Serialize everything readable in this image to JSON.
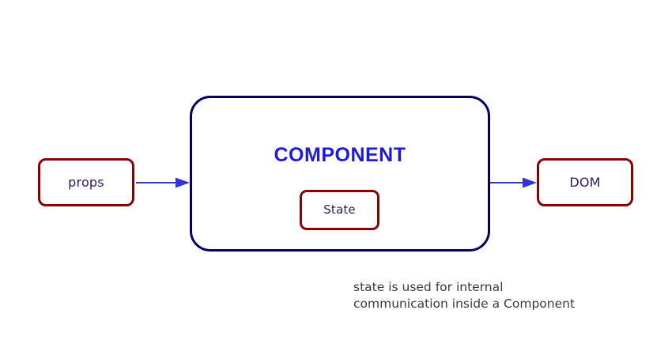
{
  "diagram": {
    "title_text": "COMPONENT",
    "background_color": "#ffffff",
    "nodes": {
      "props": {
        "label": "props",
        "border_color": "#8b0000",
        "text_color": "#2e1a5e"
      },
      "component": {
        "label": "COMPONENT",
        "border_color": "#000066",
        "text_color": "#1a1ae0"
      },
      "state": {
        "label": "State",
        "border_color": "#8b0000",
        "text_color": "#2e1a5e"
      },
      "dom": {
        "label": "DOM",
        "border_color": "#8b0000",
        "text_color": "#2e1a5e"
      }
    },
    "arrows": {
      "color": "#3333dd",
      "props_to_component": "props-to-component",
      "component_to_dom": "component-to-dom"
    },
    "caption": {
      "line1": "state is used for internal",
      "line2": "communication inside a Component",
      "text": "state is used for internal\ncommunication inside a Component",
      "color": "#3b3b3b"
    }
  }
}
